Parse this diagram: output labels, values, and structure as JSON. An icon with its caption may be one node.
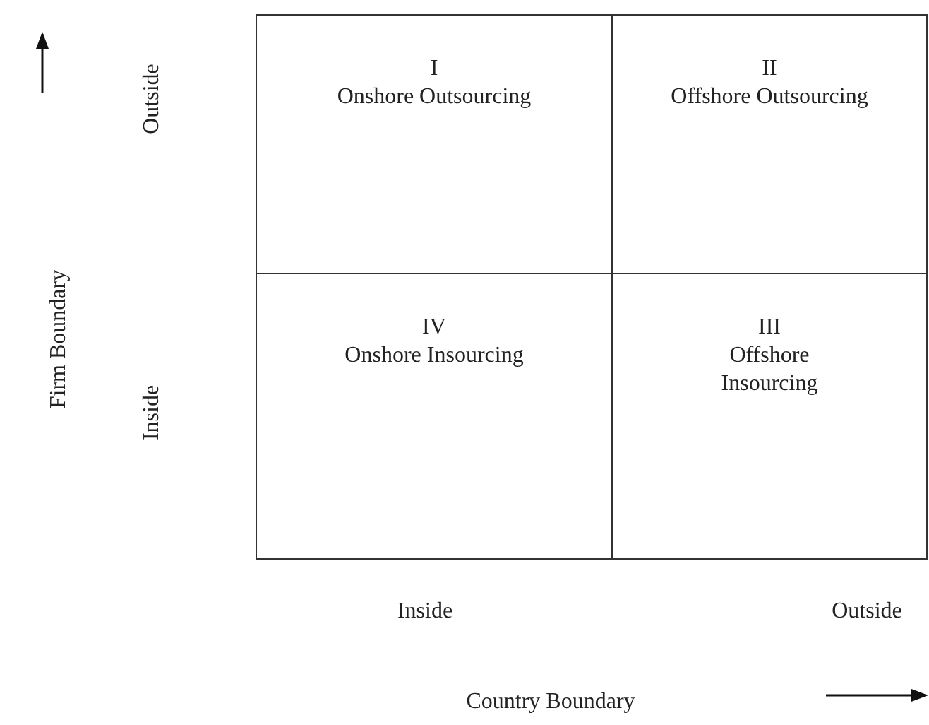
{
  "diagram": {
    "nodes": [
      {
        "text": [
          "I",
          "Onshore Outsourcing"
        ]
      },
      {
        "text": [
          "II",
          "Offshore Outsourcing"
        ]
      },
      {
        "text": [
          "IV",
          "Onshore Insourcing"
        ]
      },
      {
        "text": [
          "III",
          "Offshore Insourcing"
        ]
      }
    ],
    "labels": [
      "Outside",
      "Firm Boundary",
      "Inside",
      "Inside",
      "Outside",
      "Country Boundary"
    ]
  }
}
